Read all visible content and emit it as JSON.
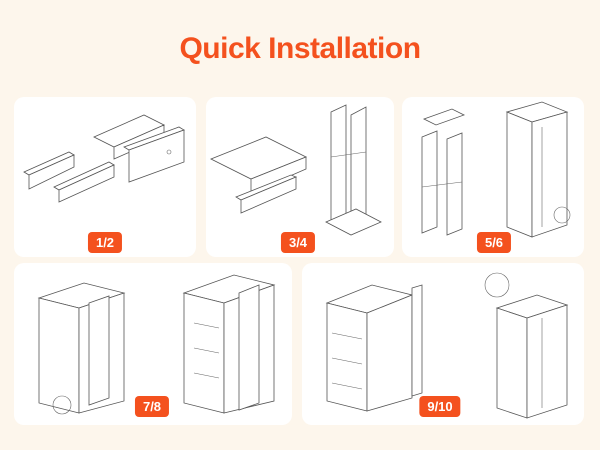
{
  "title": "Quick Installation",
  "steps": [
    {
      "label": "1/2"
    },
    {
      "label": "3/4"
    },
    {
      "label": "5/6"
    },
    {
      "label": "7/8"
    },
    {
      "label": "9/10"
    }
  ],
  "colors": {
    "accent": "#f4511e",
    "background": "#fdf6ec"
  }
}
